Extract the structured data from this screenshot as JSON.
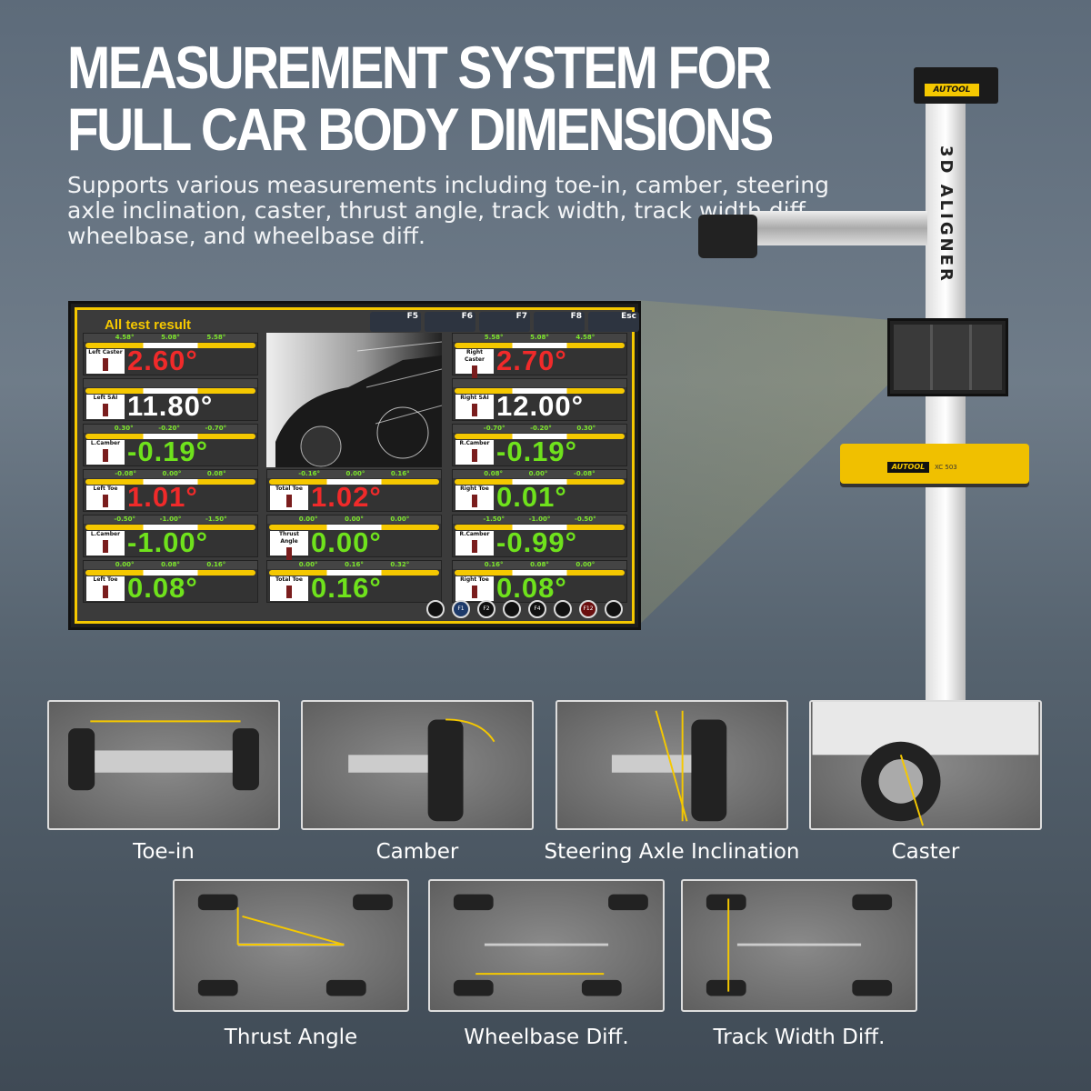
{
  "title": "Measurement System for Full Car Body Dimensions",
  "subtitle": "Supports various measurements including toe-in, camber, steering axle inclination, caster, thrust angle, track width,  track width diff, wheelbase, and wheelbase diff.",
  "tower": {
    "brand": "AUTOOL",
    "label": "3D ALIGNER",
    "cabinet_brand": "AUTOOL",
    "cabinet_model": "XC 503"
  },
  "screen": {
    "title": "All test result",
    "fkeys": [
      "F5",
      "F6",
      "F7",
      "F8",
      "Esc"
    ],
    "bottom_icons": [
      {
        "icon": "wrench-icon",
        "key": ""
      },
      {
        "icon": "user-icon",
        "key": "F1"
      },
      {
        "icon": "webcam-icon",
        "key": "F2"
      },
      {
        "icon": "upload-icon",
        "key": ""
      },
      {
        "icon": "report-icon",
        "key": "F4"
      },
      {
        "icon": "bar-chart-icon",
        "key": ""
      },
      {
        "icon": "undo-icon",
        "key": "F12"
      },
      {
        "icon": "play-icon",
        "key": ""
      }
    ],
    "colors": {
      "accent": "#f5c800",
      "out_of_range": "#f02a2a",
      "in_range": "#6fe21c",
      "neutral": "#ffffff"
    },
    "left": [
      {
        "label": "Left Caster",
        "range": [
          "4.58°",
          "5.08°",
          "5.58°"
        ],
        "value": "2.60°",
        "color": "#f02a2a"
      },
      {
        "label": "Left SAI",
        "range": [
          "",
          "",
          ""
        ],
        "value": "11.80°",
        "color": "#ffffff"
      },
      {
        "label": "L.Camber",
        "range": [
          "0.30°",
          "-0.20°",
          "-0.70°"
        ],
        "value": "-0.19°",
        "color": "#6fe21c"
      },
      {
        "label": "Left Toe",
        "range": [
          "-0.08°",
          "0.00°",
          "0.08°"
        ],
        "value": "1.01°",
        "color": "#f02a2a"
      },
      {
        "label": "L.Camber",
        "range": [
          "-0.50°",
          "-1.00°",
          "-1.50°"
        ],
        "value": "-1.00°",
        "color": "#6fe21c"
      },
      {
        "label": "Left Toe",
        "range": [
          "0.00°",
          "0.08°",
          "0.16°"
        ],
        "value": "0.08°",
        "color": "#6fe21c"
      }
    ],
    "middle": [
      {
        "label": "Total Toe",
        "range": [
          "-0.16°",
          "0.00°",
          "0.16°"
        ],
        "value": "1.02°",
        "color": "#f02a2a"
      },
      {
        "label": "Thrust Angle",
        "range": [
          "0.00°",
          "0.00°",
          "0.00°"
        ],
        "value": "0.00°",
        "color": "#6fe21c"
      },
      {
        "label": "Total Toe",
        "range": [
          "0.00°",
          "0.16°",
          "0.32°"
        ],
        "value": "0.16°",
        "color": "#6fe21c"
      }
    ],
    "right": [
      {
        "label": "Right Caster",
        "range": [
          "5.58°",
          "5.08°",
          "4.58°"
        ],
        "value": "2.70°",
        "color": "#f02a2a"
      },
      {
        "label": "Right SAI",
        "range": [
          "",
          "",
          ""
        ],
        "value": "12.00°",
        "color": "#ffffff"
      },
      {
        "label": "R.Camber",
        "range": [
          "-0.70°",
          "-0.20°",
          "0.30°"
        ],
        "value": "-0.19°",
        "color": "#6fe21c"
      },
      {
        "label": "Right Toe",
        "range": [
          "0.08°",
          "0.00°",
          "-0.08°"
        ],
        "value": "0.01°",
        "color": "#6fe21c"
      },
      {
        "label": "R.Camber",
        "range": [
          "-1.50°",
          "-1.00°",
          "-0.50°"
        ],
        "value": "-0.99°",
        "color": "#6fe21c"
      },
      {
        "label": "Right Toe",
        "range": [
          "0.16°",
          "0.08°",
          "0.00°"
        ],
        "value": "0.08°",
        "color": "#6fe21c"
      }
    ]
  },
  "features": [
    "Toe-in",
    "Camber",
    "Steering Axle Inclination",
    "Caster",
    "Thrust Angle",
    "Wheelbase Diff.",
    "Track Width Diff."
  ]
}
